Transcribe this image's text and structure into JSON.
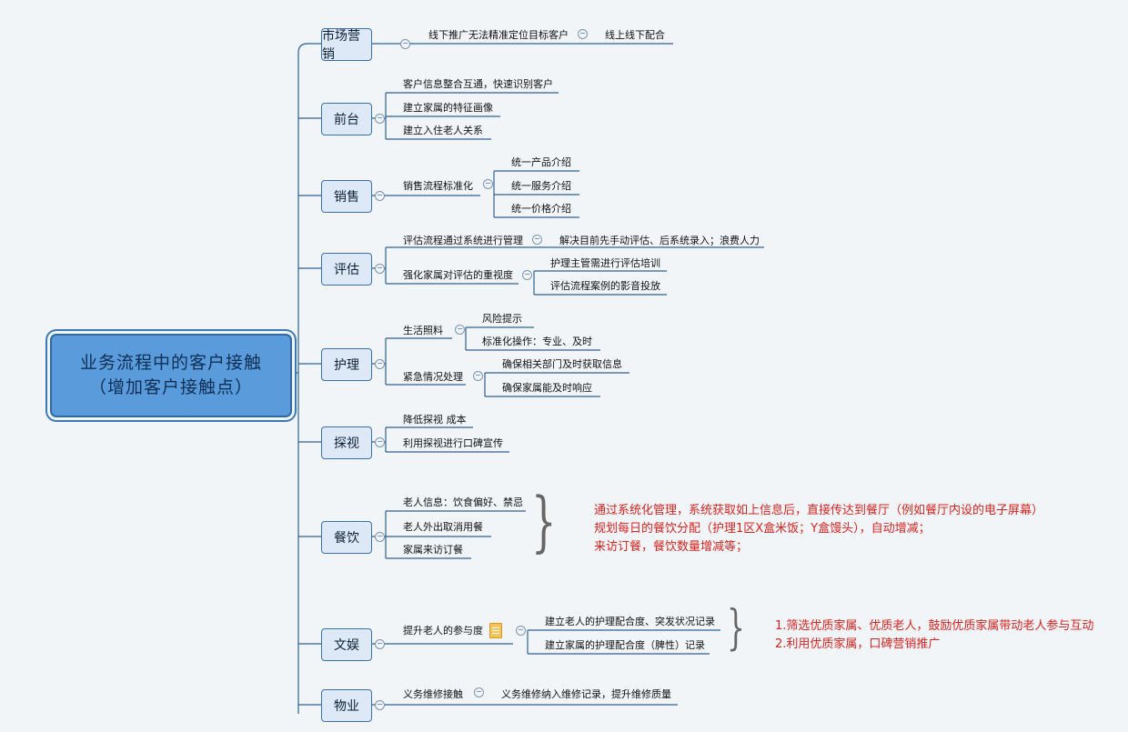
{
  "central": {
    "line1": "业务流程中的客户接触",
    "line2": "（增加客户接触点）"
  },
  "branches": {
    "marketing": {
      "label": "市场营销",
      "leaf1": "线下推广无法精准定位目标客户",
      "leaf1_child": "线上线下配合"
    },
    "frontdesk": {
      "label": "前台",
      "items": [
        "客户信息整合互通，快速识别客户",
        "建立家属的特征画像",
        "建立入住老人关系"
      ]
    },
    "sales": {
      "label": "销售",
      "item": "销售流程标准化",
      "children": [
        "统一产品介绍",
        "统一服务介绍",
        "统一价格介绍"
      ]
    },
    "assessment": {
      "label": "评估",
      "item1": "评估流程通过系统进行管理",
      "item1_child": "解决目前先手动评估、后系统录入；浪费人力",
      "item2": "强化家属对评估的重视度",
      "item2_children": [
        "护理主管需进行评估培训",
        "评估流程案例的影音投放"
      ]
    },
    "care": {
      "label": "护理",
      "item1": "生活照料",
      "item1_children": [
        "风险提示",
        "标准化操作：专业、及时"
      ],
      "item2": "紧急情况处理",
      "item2_children": [
        "确保相关部门及时获取信息",
        "确保家属能及时响应"
      ]
    },
    "visit": {
      "label": "探视",
      "items": [
        "降低探视  成本",
        "利用探视进行口碑宣传"
      ]
    },
    "dining": {
      "label": "餐饮",
      "items": [
        "老人信息：饮食偏好、禁忌",
        "老人外出取消用餐",
        "家属来访订餐"
      ],
      "note": [
        "通过系统化管理，系统获取如上信息后，直接传达到餐厅（例如餐厅内设的电子屏幕）",
        "规划每日的餐饮分配（护理1区X盒米饭；Y盒馒头），自动增减；",
        "来访订餐，餐饮数量增减等；"
      ]
    },
    "entertainment": {
      "label": "文娱",
      "item": "提升老人的参与度",
      "icon": "document-icon",
      "children": [
        "建立老人的护理配合度、突发状况记录",
        "建立家属的护理配合度（脾性）记录"
      ],
      "note": [
        "1.筛选优质家属、优质老人，鼓励优质家属带动老人参与互动",
        "2.利用优质家属，口碑营销推广"
      ]
    },
    "property": {
      "label": "物业",
      "item": "义务维修接触",
      "item_child": "义务维修纳入维修记录，提升维修质量"
    }
  },
  "colors": {
    "connector": "#2f5f95",
    "central_fill": "#5a9bdc",
    "note_text": "#d8231f",
    "topic_fill": "#dde9f6"
  }
}
